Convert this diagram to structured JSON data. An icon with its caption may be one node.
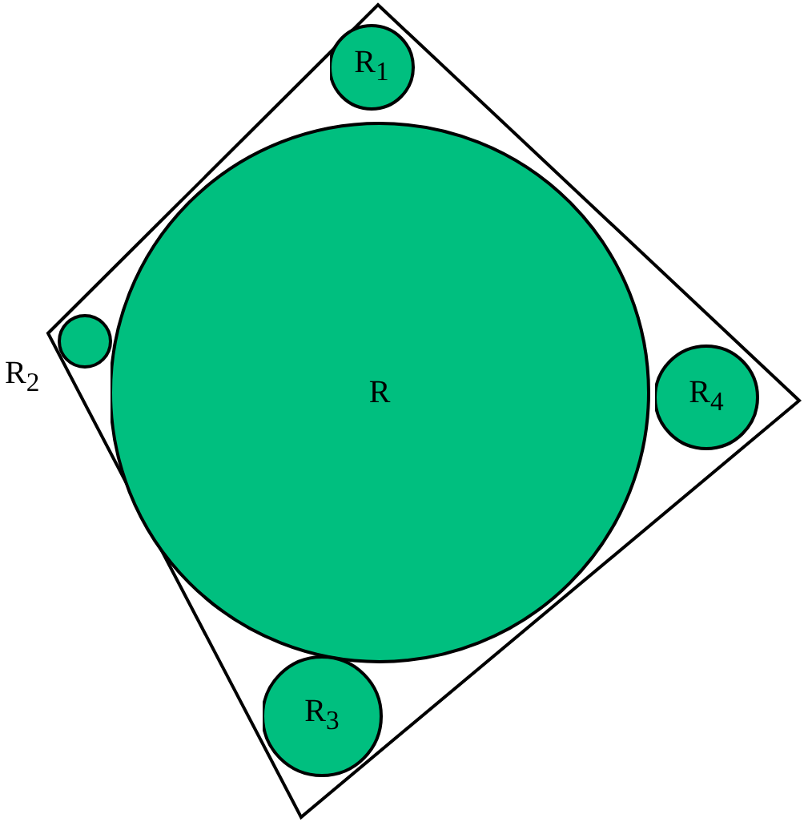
{
  "diagram": {
    "nodes": [
      {
        "text": [
          "R$_{1}$"
        ]
      },
      {
        "text": [
          "R$_{2}$"
        ]
      },
      {
        "text": [
          "R"
        ]
      },
      {
        "text": [
          "R$_{4}$"
        ]
      },
      {
        "text": [
          "R$_{3}$"
        ]
      }
    ]
  }
}
